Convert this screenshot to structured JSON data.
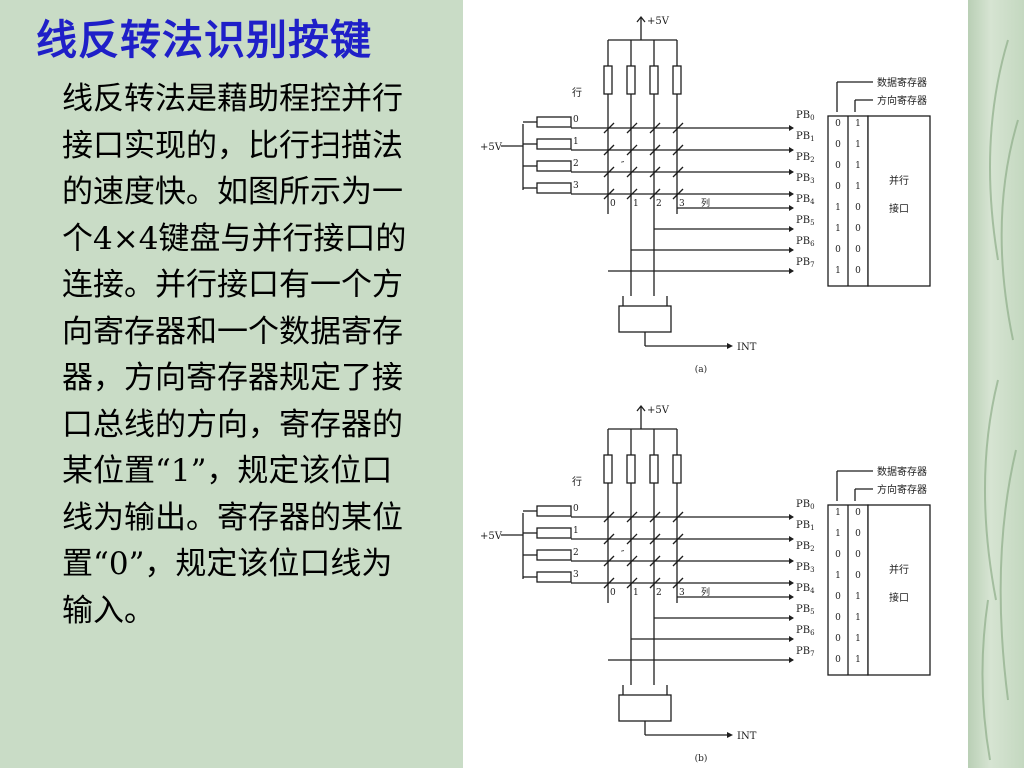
{
  "slide": {
    "title": "线反转法识别按键",
    "body": "线反转法是藉助程控并行接口实现的，比行扫描法的速度快。如图所示为一个4×4键盘与并行接口的连接。并行接口有一个方向寄存器和一个数据寄存器，方向寄存器规定了接口总线的方向，寄存器的某位置“1”，规定该位口线为输出。寄存器的某位置“0”，规定该位口线为输入。"
  },
  "colors": {
    "title": "#1f1fc8",
    "background": "#c9dcc6",
    "figure_background": "#ffffff"
  },
  "figure": {
    "vcc_label": "+5V",
    "row_header": "行",
    "col_header": "列",
    "row_numbers": [
      "0",
      "1",
      "2",
      "3"
    ],
    "col_numbers": [
      "0",
      "1",
      "2",
      "3"
    ],
    "pb_labels": [
      "PB0",
      "PB1",
      "PB2",
      "PB3",
      "PB4",
      "PB5",
      "PB6",
      "PB7"
    ],
    "data_register_label": "数据寄存器",
    "direction_register_label": "方向寄存器",
    "port_label_line1": "并行",
    "port_label_line2": "接口",
    "int_label": "INT",
    "diagrams": [
      {
        "caption": "(a)",
        "data_bits": [
          "0",
          "0",
          "0",
          "0",
          "1",
          "1",
          "0",
          "1"
        ],
        "direction_bits": [
          "1",
          "1",
          "1",
          "1",
          "0",
          "0",
          "0",
          "0"
        ]
      },
      {
        "caption": "(b)",
        "data_bits": [
          "1",
          "1",
          "0",
          "1",
          "0",
          "0",
          "0",
          "0"
        ],
        "direction_bits": [
          "0",
          "0",
          "0",
          "0",
          "1",
          "1",
          "1",
          "1"
        ]
      }
    ]
  }
}
